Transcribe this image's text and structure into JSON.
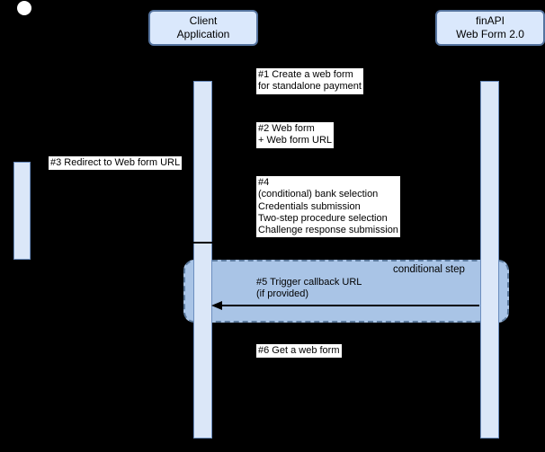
{
  "colors": {
    "background": "#000000",
    "box_fill": "#dae8fc",
    "box_border": "#56749f",
    "bar_fill": "#dbe7f8",
    "bar_border": "#6c8ebf",
    "cond_fill": "#a9c4e6",
    "cond_border": "#5d7b9e",
    "label_bg": "#ffffff",
    "text": "#000000",
    "arrow": "#000000",
    "start_node": "#ffffff"
  },
  "actors": {
    "client": {
      "line1": "Client",
      "line2": "Application"
    },
    "finapi": {
      "line1": "finAPI",
      "line2": "Web Form 2.0"
    }
  },
  "messages": {
    "m1": {
      "line1": "#1 Create a web form",
      "line2": "for standalone payment"
    },
    "m2": {
      "line1": "#2 Web form",
      "line2": "+ Web form URL"
    },
    "m3": {
      "line1": "#3 Redirect to Web form URL"
    },
    "m4": {
      "lines": [
        "#4",
        "(conditional) bank selection",
        "Credentials submission",
        "Two-step procedure selection",
        "Challenge response submission"
      ]
    },
    "m5": {
      "line1": "#5 Trigger callback URL",
      "line2": "(if provided)"
    },
    "m6": {
      "line1": "#6 Get a web form"
    }
  },
  "conditional": {
    "label": "conditional step"
  }
}
